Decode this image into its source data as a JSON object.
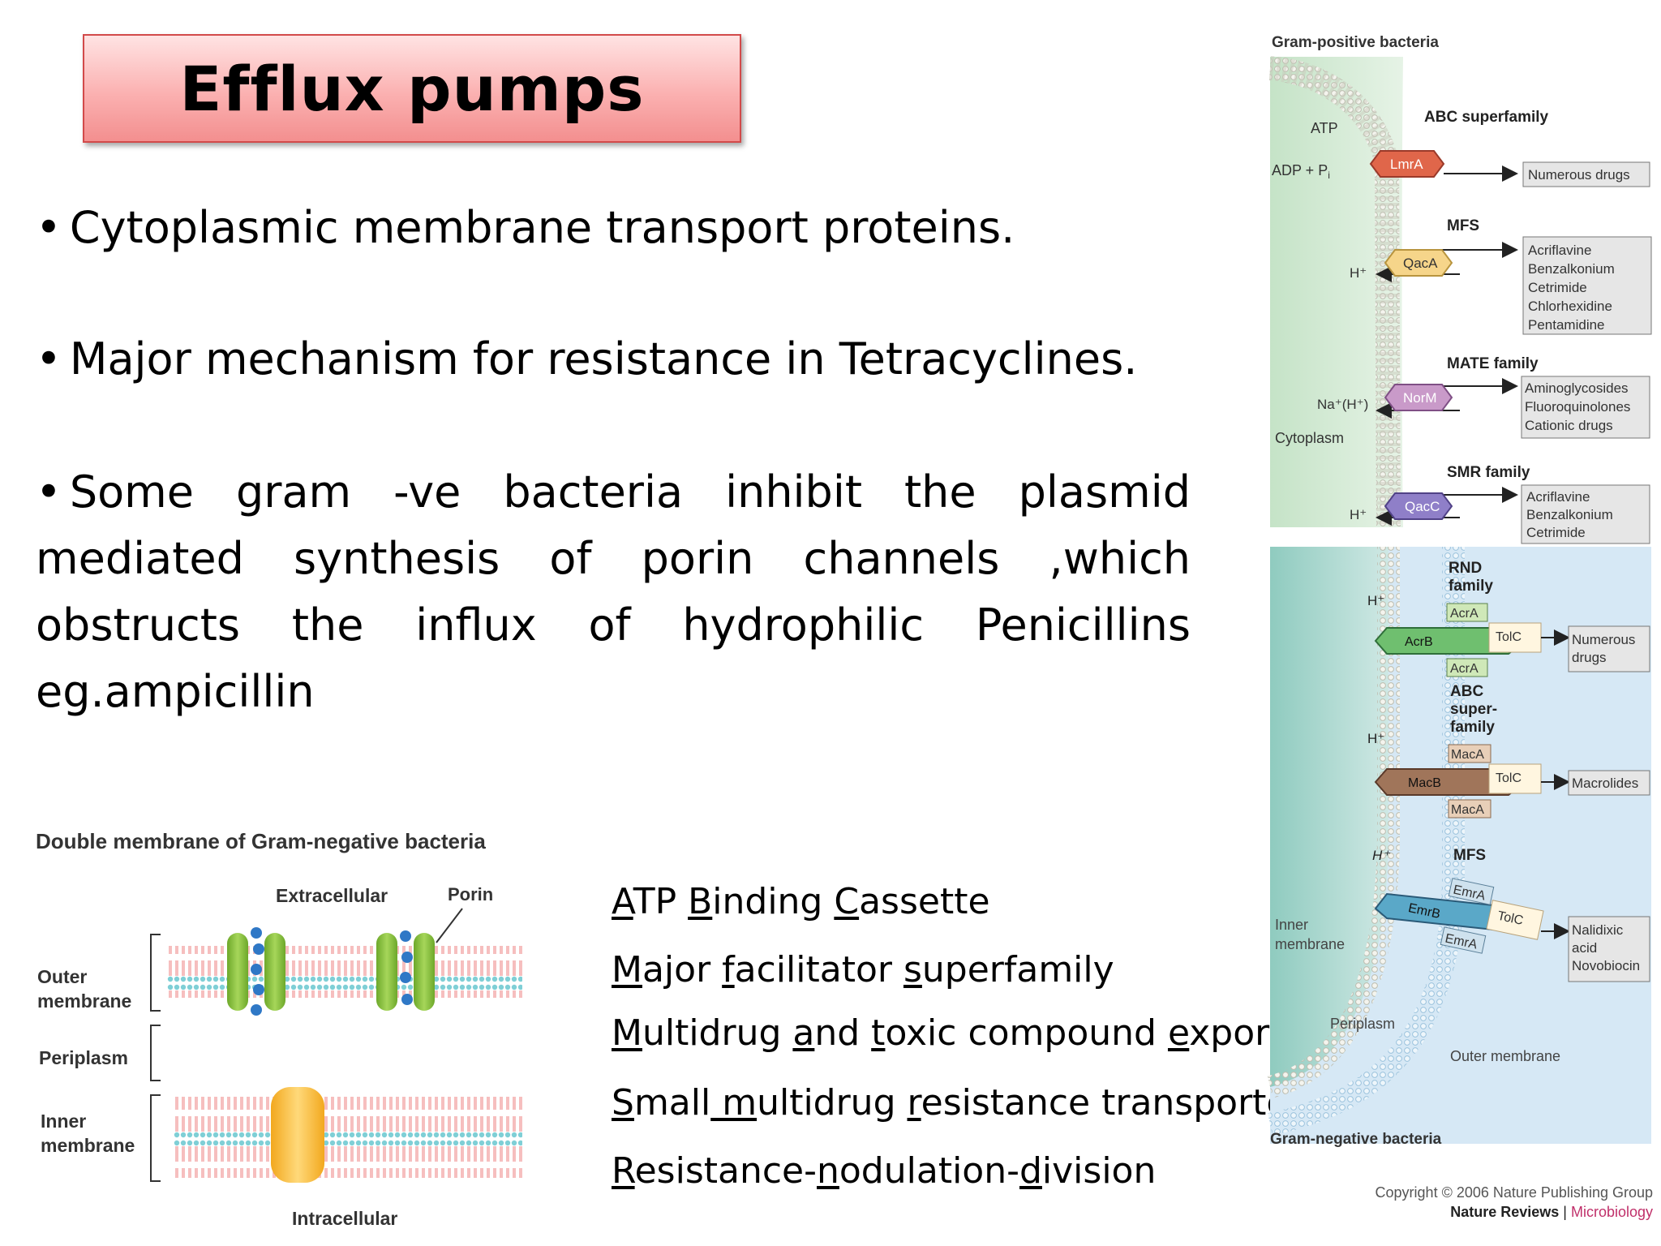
{
  "title": "Efflux pumps",
  "bullets": [
    "Cytoplasmic membrane transport proteins.",
    "Major mechanism for resistance in Tetracyclines.",
    "Some gram -ve bacteria inhibit the plasmid mediated synthesis of porin channels ,which obstructs the influx of hydrophilic Penicillins eg.ampicillin"
  ],
  "abbreviations": [
    {
      "parts": [
        {
          "u": "A"
        },
        {
          "t": "TP "
        },
        {
          "u": "B"
        },
        {
          "t": "inding "
        },
        {
          "u": "C"
        },
        {
          "t": "assette"
        }
      ]
    },
    {
      "parts": [
        {
          "u": "M"
        },
        {
          "t": "ajor "
        },
        {
          "u": "f"
        },
        {
          "t": "acilitator "
        },
        {
          "u": "s"
        },
        {
          "t": "uperfamily"
        }
      ]
    },
    {
      "parts": [
        {
          "u": "M"
        },
        {
          "t": "ultidrug "
        },
        {
          "u": "a"
        },
        {
          "t": "nd "
        },
        {
          "u": "t"
        },
        {
          "t": "oxic compound "
        },
        {
          "u": "e"
        },
        {
          "t": "xporter"
        }
      ]
    },
    {
      "parts": [
        {
          "u": "S"
        },
        {
          "t": "mall"
        },
        {
          "u": " m"
        },
        {
          "t": "ultidrug "
        },
        {
          "u": "r"
        },
        {
          "t": "esistance transporters"
        }
      ]
    },
    {
      "parts": [
        {
          "u": "R"
        },
        {
          "t": "esistance-"
        },
        {
          "u": "n"
        },
        {
          "t": "odulation-"
        },
        {
          "u": "d"
        },
        {
          "t": "ivision"
        }
      ]
    }
  ],
  "left_diagram": {
    "title": "Double membrane of Gram-negative bacteria",
    "extracellular": "Extracellular",
    "porin": "Porin",
    "outer_membrane": [
      "Outer",
      "membrane"
    ],
    "periplasm": "Periplasm",
    "inner_membrane": [
      "Inner",
      "membrane"
    ],
    "intracellular": "Intracellular"
  },
  "right_diagram": {
    "gram_positive": "Gram-positive bacteria",
    "abc_superfamily": "ABC superfamily",
    "atp": "ATP",
    "adp": "ADP + P",
    "adp_sub": "i",
    "lmra": "LmrA",
    "numerous_drugs_1": "Numerous drugs",
    "mfs_1": "MFS",
    "h_1": "H⁺",
    "qaca": "QacA",
    "mfs_drugs": [
      "Acriflavine",
      "Benzalkonium",
      "Cetrimide",
      "Chlorhexidine",
      "Pentamidine"
    ],
    "mate_family": "MATE family",
    "na_h": "Na⁺(H⁺)",
    "norm": "NorM",
    "mate_drugs": [
      "Aminoglycosides",
      "Fluoroquinolones",
      "Cationic drugs"
    ],
    "cytoplasm": "Cytoplasm",
    "smr_family": "SMR family",
    "h_2": "H⁺",
    "qacc": "QacC",
    "smr_drugs": [
      "Acriflavine",
      "Benzalkonium",
      "Cetrimide"
    ],
    "rnd_family": [
      "RND",
      "family"
    ],
    "h_3": "H⁺",
    "acra_top": "AcrA",
    "tolc_1": "TolC",
    "acrb": "AcrB",
    "acra_bottom": "AcrA",
    "numerous_drugs_2": [
      "Numerous",
      "drugs"
    ],
    "abc_super": [
      "ABC",
      "super-",
      "family"
    ],
    "h_4": "H⁺",
    "maca_top": "MacA",
    "tolc_2": "TolC",
    "macb": "MacB",
    "maca_bottom": "MacA",
    "macrolides": "Macrolides",
    "h_5": "H⁺",
    "mfs_2": "MFS",
    "emra_top": "EmrA",
    "tolc_3": "TolC",
    "emrb": "EmrB",
    "emra_bottom": "EmrA",
    "mfs2_drugs": [
      "Nalidixic",
      "acid",
      "Novobiocin"
    ],
    "inner_membrane": [
      "Inner",
      "membrane"
    ],
    "periplasm": "Periplasm",
    "outer_membrane": "Outer membrane",
    "gram_negative": "Gram-negative bacteria",
    "copyright": "Copyright © 2006 Nature Publishing Group",
    "journal_a": "Nature Reviews",
    "journal_sep": " | ",
    "journal_b": "Microbiology"
  },
  "colors": {
    "title_fill": "#f9a9a9",
    "title_border": "#d24a4a",
    "cytoplasm_green": "#cfe8cf",
    "periplasm_blue": "#d6e8f5",
    "porin_green": "#8cc63f",
    "inner_protein": "#f7c04a",
    "journal_accent": "#c0306a"
  }
}
